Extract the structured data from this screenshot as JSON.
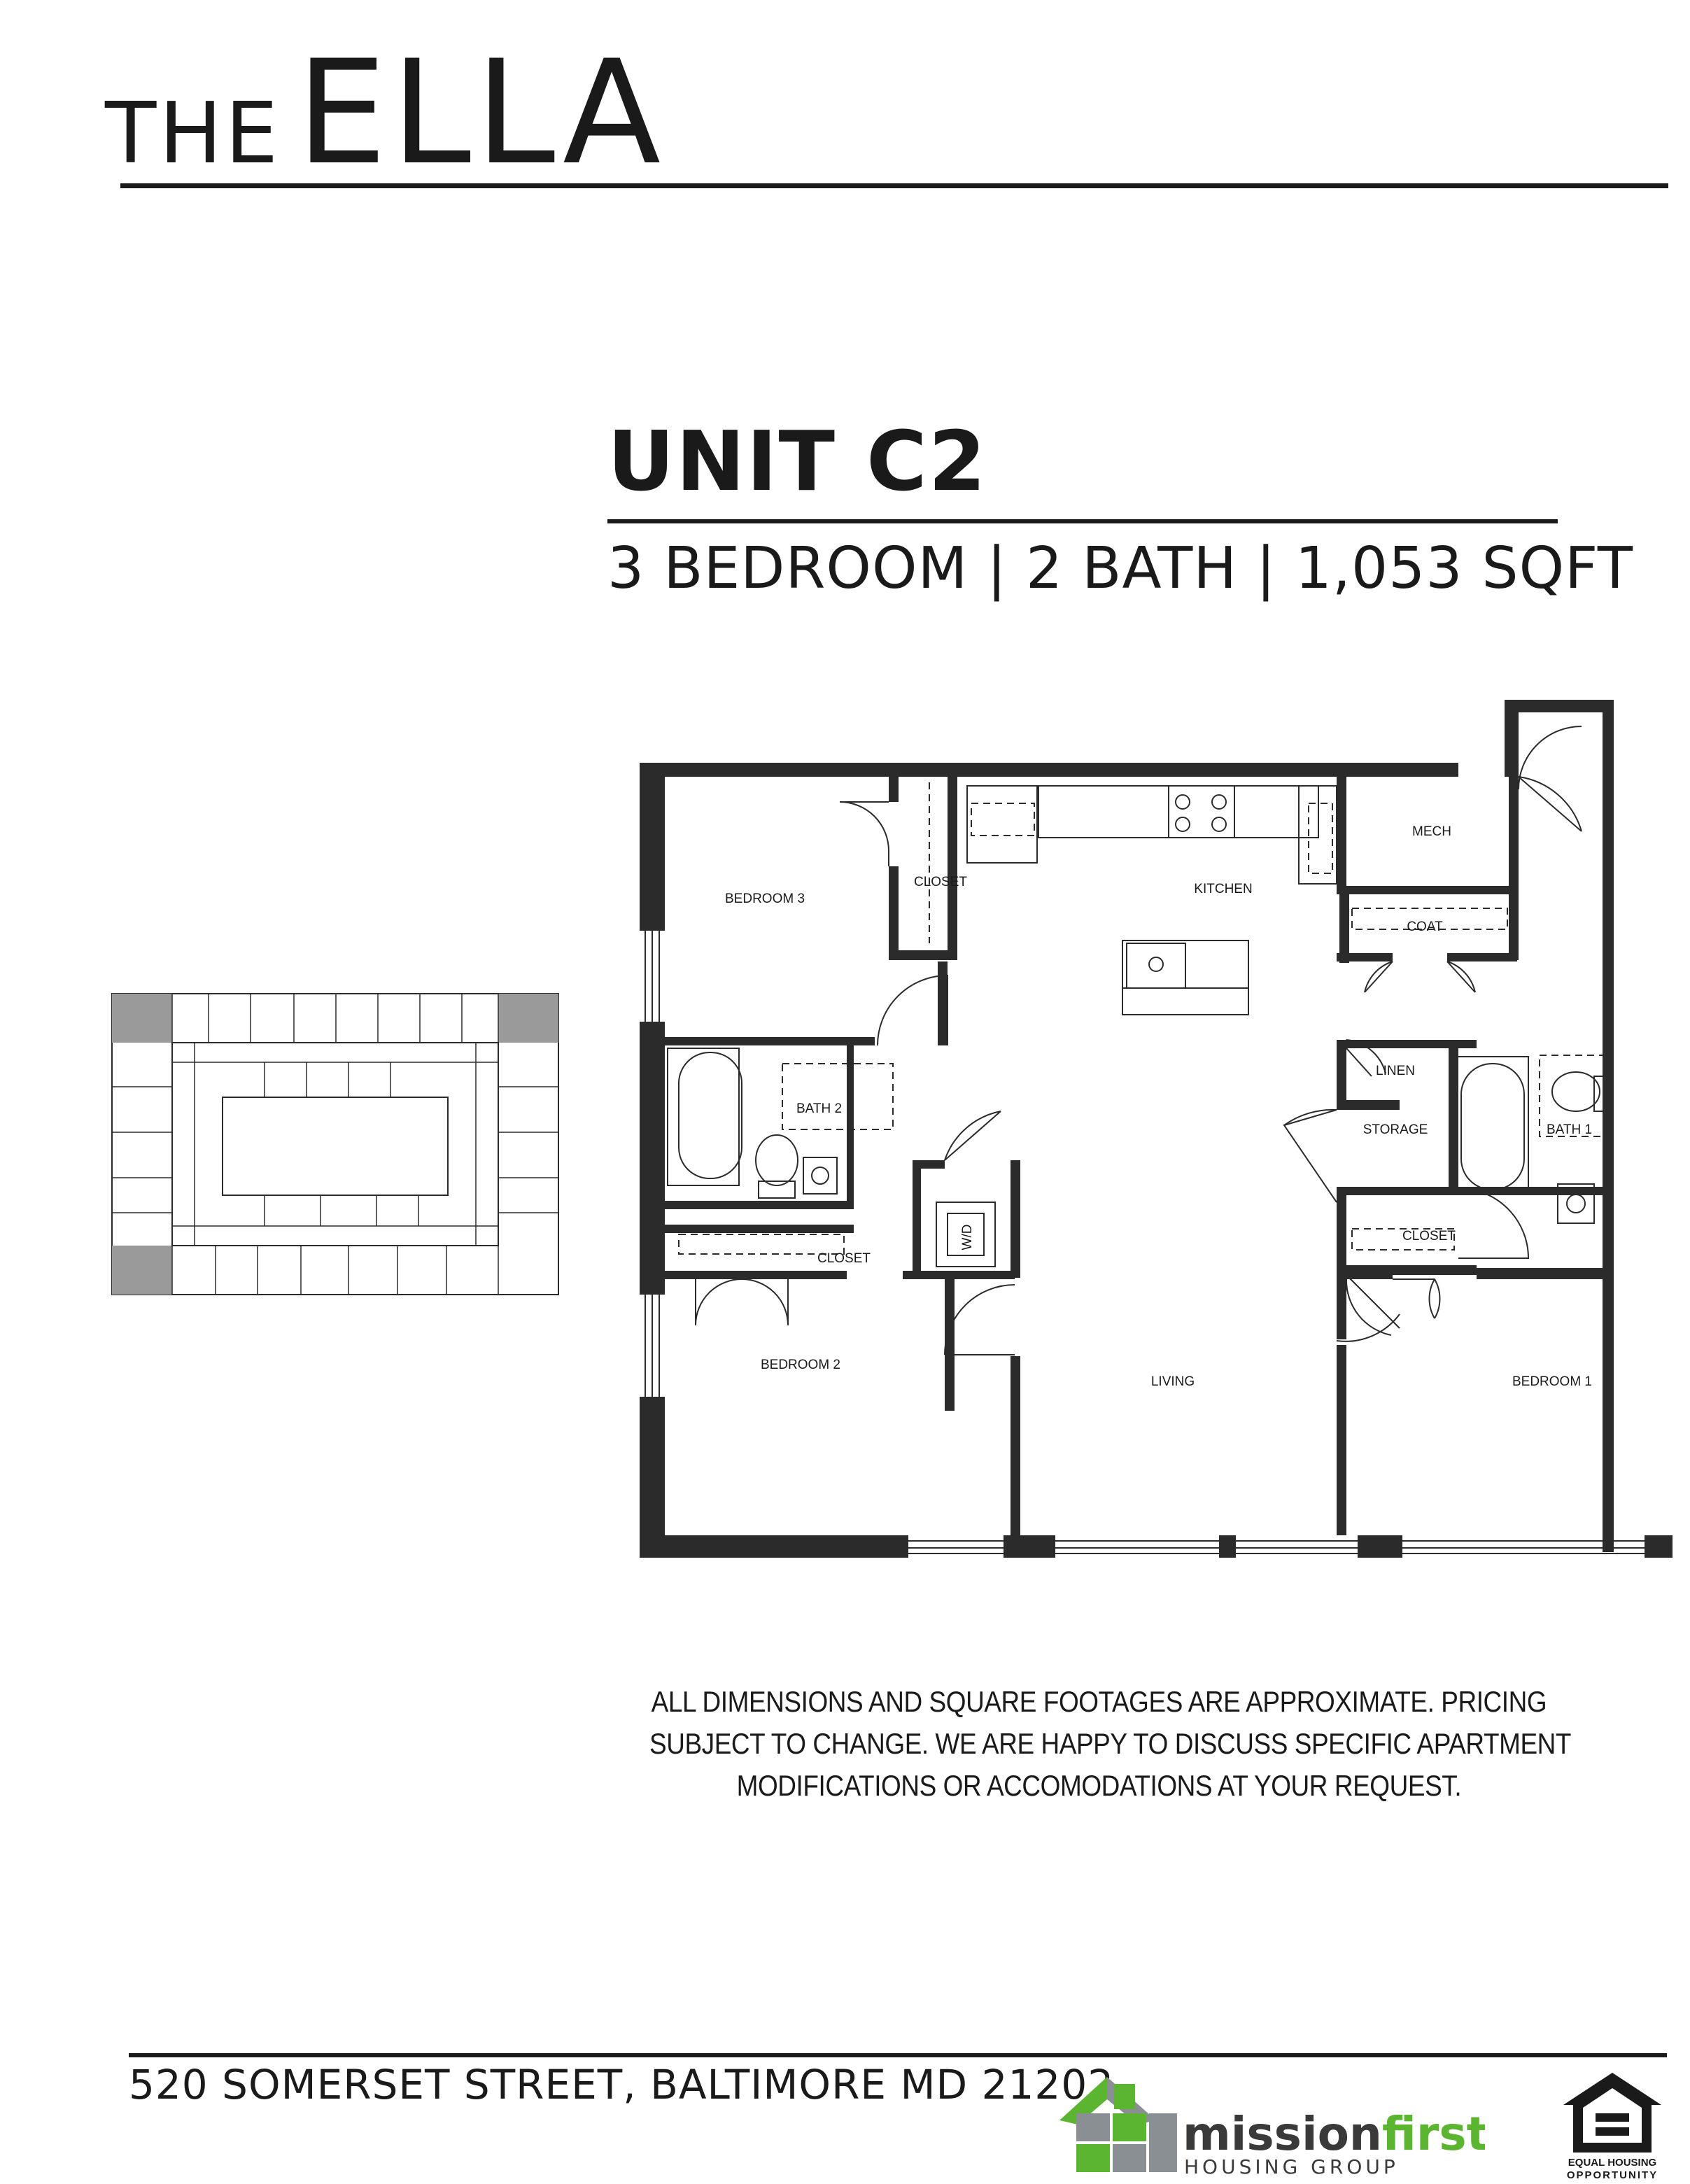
{
  "header": {
    "brand_small": "THE",
    "brand_big": "ELLA"
  },
  "unit": {
    "title": "UNIT C2",
    "specs": "3 BEDROOM | 2 BATH | 1,053 SQFT"
  },
  "floorplan": {
    "rooms": {
      "bedroom3": "BEDROOM 3",
      "closet_b3": "CLOSET",
      "kitchen": "KITCHEN",
      "mech": "MECH",
      "coat": "COAT",
      "bath2": "BATH 2",
      "linen": "LINEN",
      "storage": "STORAGE",
      "bath1": "BATH 1",
      "washer_dryer": "W/D",
      "closet_b2": "CLOSET",
      "closet_b1": "CLOSET",
      "bedroom2": "BEDROOM 2",
      "living": "LIVING",
      "bedroom1": "BEDROOM 1"
    }
  },
  "disclaimer": {
    "line1": "ALL DIMENSIONS AND SQUARE FOOTAGES ARE APPROXIMATE. PRICING",
    "line2": "SUBJECT TO CHANGE. WE ARE HAPPY TO DISCUSS SPECIFIC APARTMENT",
    "line3": "MODIFICATIONS OR ACCOMODATIONS AT YOUR REQUEST."
  },
  "footer": {
    "address": "520 SOMERSET STREET, BALTIMORE MD 21202",
    "logo_name_1": "mission",
    "logo_name_2": "first",
    "logo_sub": "HOUSING GROUP",
    "eho_line1": "EQUAL HOUSING",
    "eho_line2": "OPPORTUNITY"
  },
  "colors": {
    "ink": "#1a1a1a",
    "wall": "#2b2b2b",
    "logo_green": "#5cb531",
    "logo_gray": "#8a8f94",
    "keyplan_highlight": "#9a9a9a"
  }
}
